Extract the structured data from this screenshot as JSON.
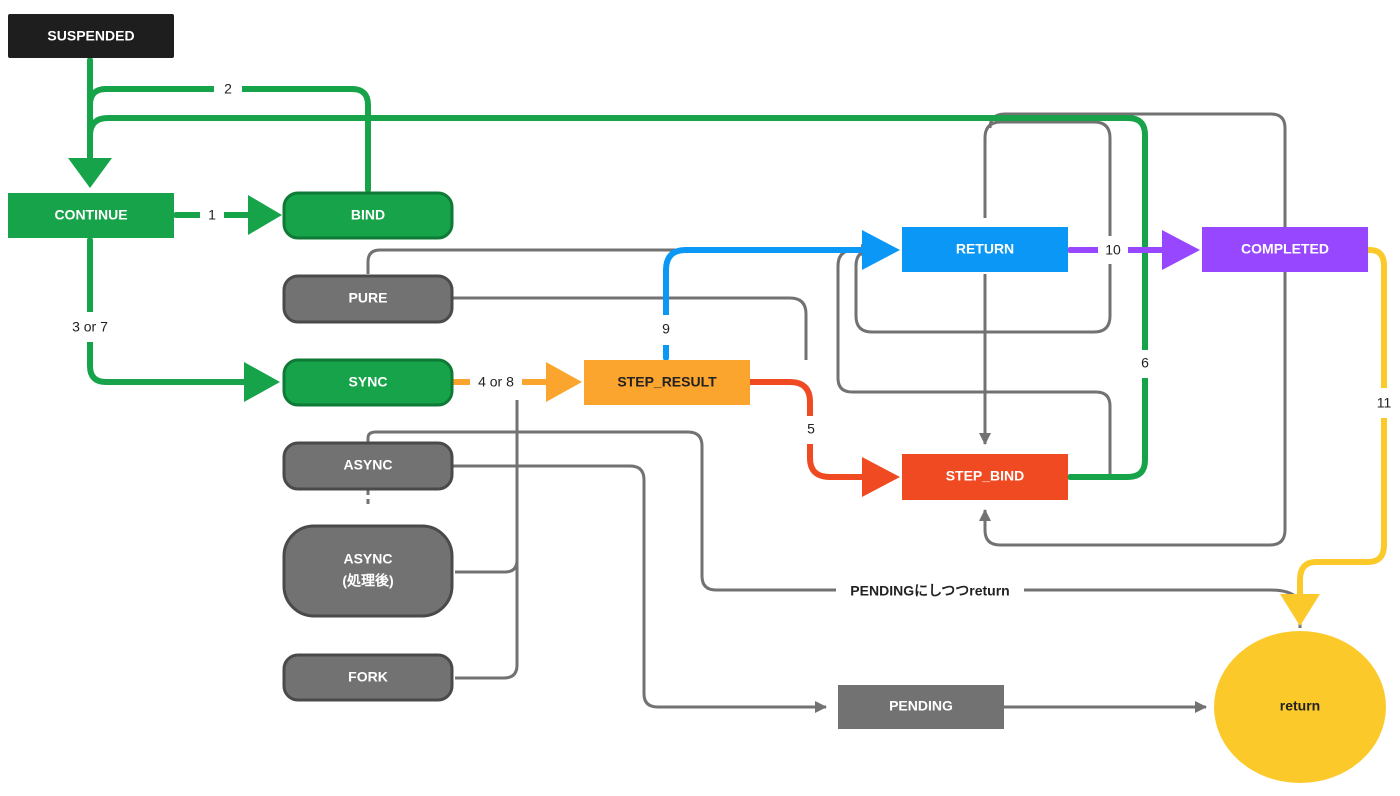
{
  "nodes": {
    "suspended": "SUSPENDED",
    "continue": "CONTINUE",
    "bind": "BIND",
    "pure": "PURE",
    "sync": "SYNC",
    "async": "ASYNC",
    "async_done_line1": "ASYNC",
    "async_done_line2": "(処理後)",
    "fork": "FORK",
    "step_result": "STEP_RESULT",
    "return_node": "RETURN",
    "step_bind": "STEP_BIND",
    "completed": "COMPLETED",
    "pending": "PENDING",
    "return_final": "return"
  },
  "edges": {
    "e1": "1",
    "e2": "2",
    "e3": "3 or 7",
    "e4": "4 or 8",
    "e5": "5",
    "e6": "6",
    "e9": "9",
    "e10": "10",
    "e11": "11",
    "pending_return": "PENDINGにしつつreturn"
  },
  "colors": {
    "green": "#16A34A",
    "gray": "#727272",
    "orange": "#FBA52E",
    "blue": "#0B97F5",
    "red": "#F04A22",
    "purple": "#9747FF",
    "yellow": "#FBCA2A",
    "black": "#1E1E1E"
  }
}
